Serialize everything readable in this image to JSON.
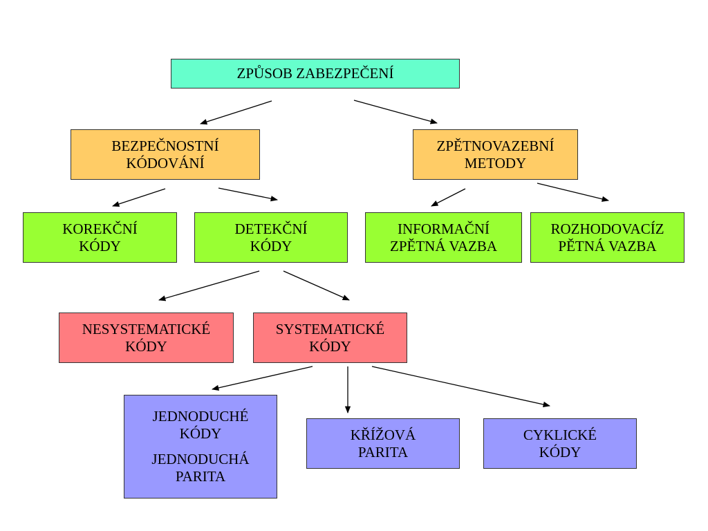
{
  "colors": {
    "level1": "#66ffcc",
    "level2": "#ffcc66",
    "level3": "#99ff33",
    "level4": "#ff7c80",
    "level5": "#9999ff"
  },
  "nodes": {
    "root": {
      "lines": [
        "ZPŮSOB ZABEZPEČENÍ"
      ]
    },
    "bezpecnostni": {
      "lines": [
        "BEZPEČNOSTNÍ",
        "KÓDOVÁNÍ"
      ]
    },
    "zpetnovazebni": {
      "lines": [
        "ZPĚTNOVAZEBNÍ",
        "METODY"
      ]
    },
    "korekcni": {
      "lines": [
        "KOREKČNÍ",
        "KÓDY"
      ]
    },
    "detekcni": {
      "lines": [
        "DETEKČNÍ",
        "KÓDY"
      ]
    },
    "informacni": {
      "lines": [
        "INFORMAČNÍ",
        "ZPĚTNÁ VAZBA"
      ]
    },
    "rozhodovaci": {
      "lines": [
        "ROZHODOVACÍZ",
        "PĚTNÁ VAZBA"
      ]
    },
    "nesystematicke": {
      "lines": [
        "NESYSTEMATICKÉ",
        "KÓDY"
      ]
    },
    "systematicke": {
      "lines": [
        "SYSTEMATICKÉ",
        "KÓDY"
      ]
    },
    "jednoduche": {
      "lines": [
        "JEDNODUCHÉ",
        "KÓDY",
        "JEDNODUCHÁ",
        "PARITA"
      ]
    },
    "krizova": {
      "lines": [
        "KŘÍŽOVÁ",
        "PARITA"
      ]
    },
    "cyklicke": {
      "lines": [
        "CYKLICKÉ",
        "KÓDY"
      ]
    }
  }
}
